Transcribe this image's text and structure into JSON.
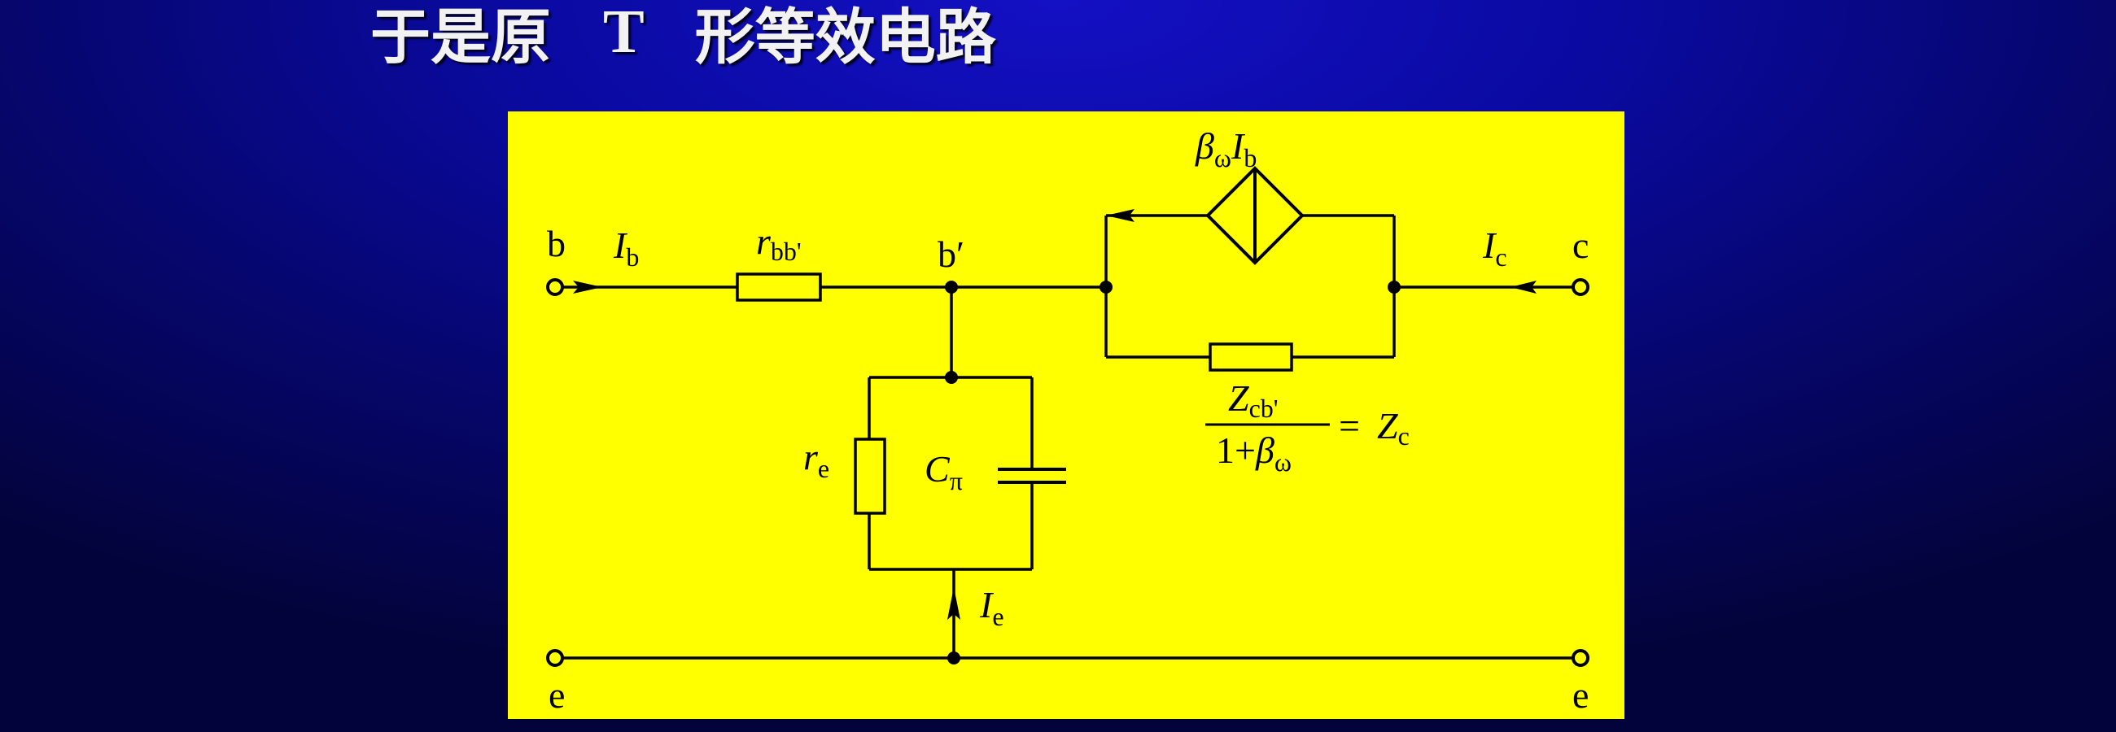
{
  "title": {
    "prefix": "于是原",
    "letter": "T",
    "suffix": "形等效电路"
  },
  "colors": {
    "background": "#0a0aa0",
    "panel": "#ffff00",
    "wire": "#000000",
    "title_text": "#f2f2f2"
  },
  "circuit": {
    "terminals": {
      "base": "b",
      "collector": "c",
      "emitter_left": "e",
      "emitter_right": "e",
      "internal_base": "b′"
    },
    "base_current": {
      "symbol": "I",
      "sub": "b"
    },
    "collector_current": {
      "symbol": "I",
      "sub": "c"
    },
    "emitter_current": {
      "symbol": "I",
      "sub": "e"
    },
    "base_spreading_resistor": {
      "symbol": "r",
      "sub": "bb'"
    },
    "emitter_resistor": {
      "symbol": "r",
      "sub": "e"
    },
    "capacitor": {
      "symbol": "C",
      "sub": "π"
    },
    "controlled_source": {
      "beta": "β",
      "beta_sub": "ω",
      "current": "I",
      "current_sub": "b"
    },
    "impedance_formula": {
      "num_symbol": "Z",
      "num_sub": "cb'",
      "den_prefix": "1+",
      "den_beta": "β",
      "den_sub": "ω",
      "equals": "=",
      "result_symbol": "Z",
      "result_sub": "c"
    }
  }
}
